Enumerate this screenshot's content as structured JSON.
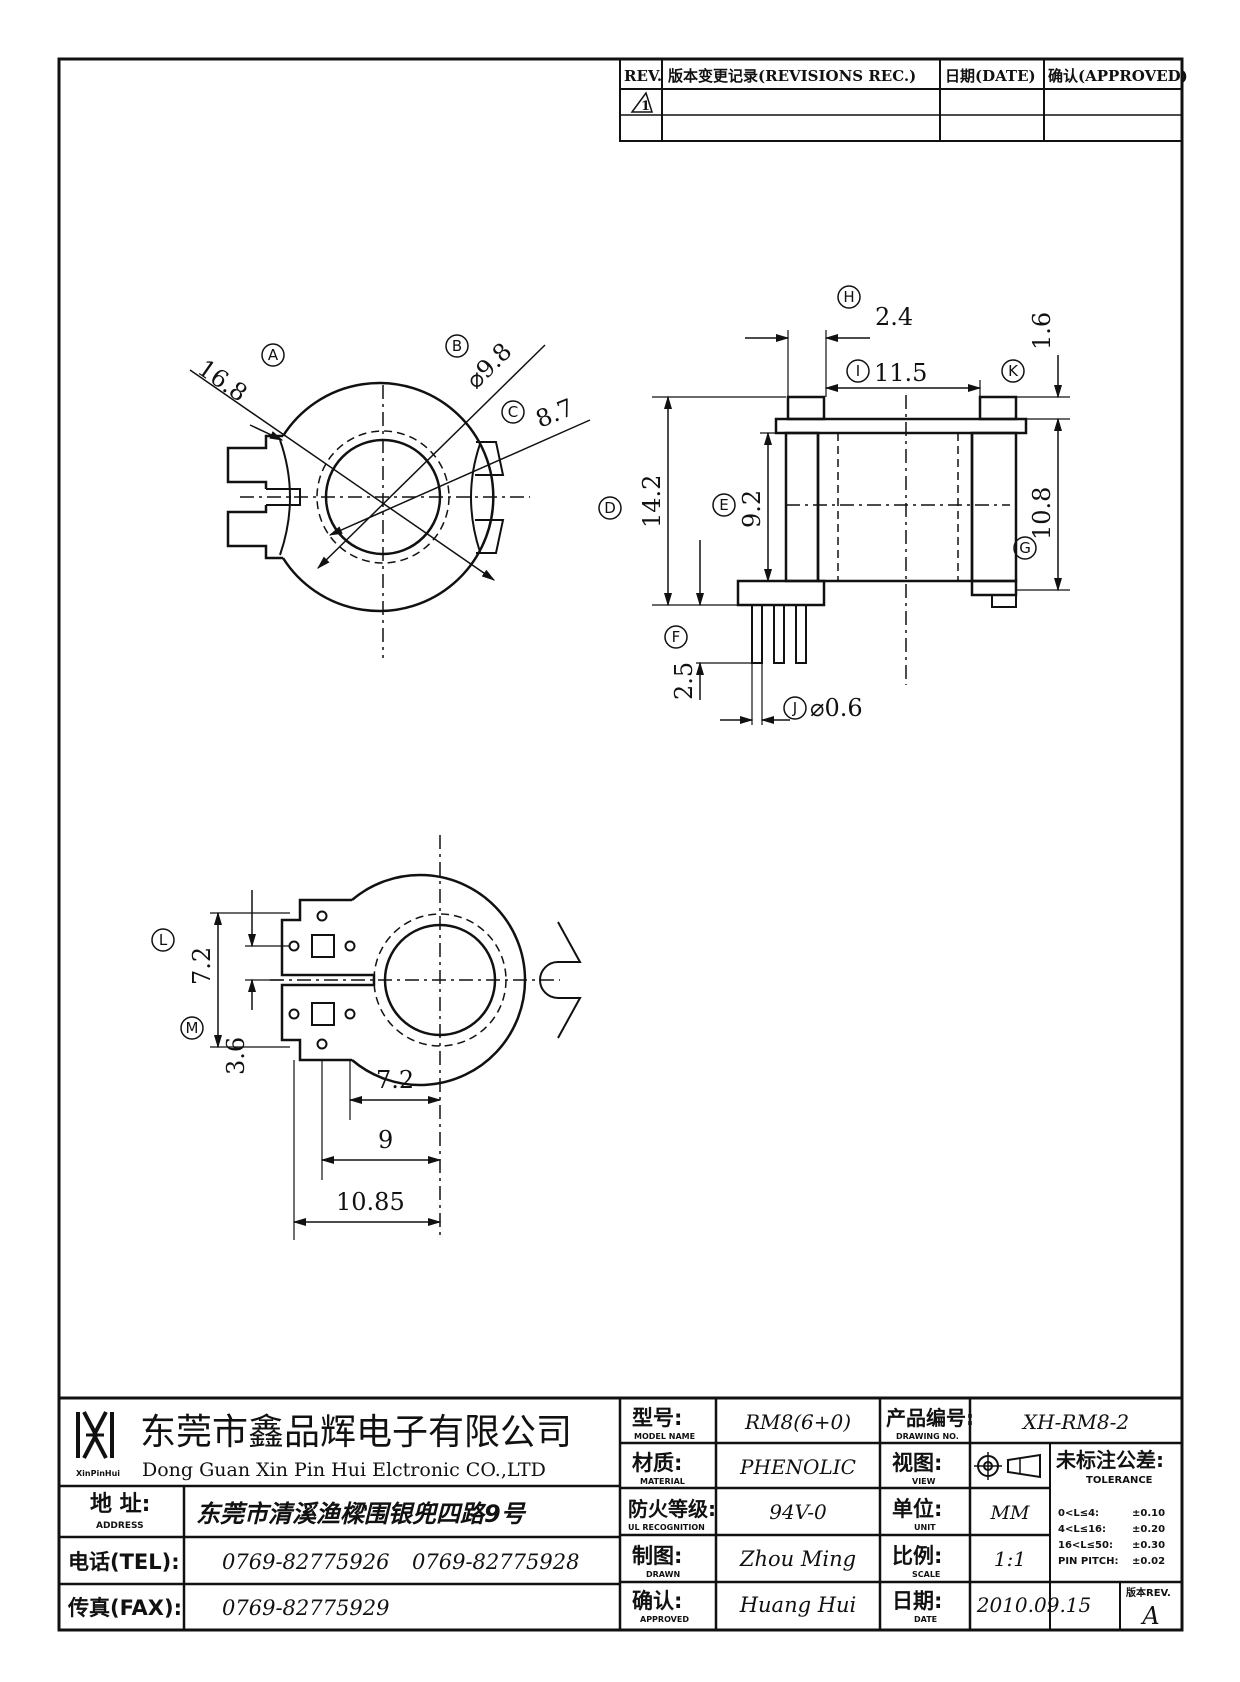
{
  "revision_table": {
    "headers": {
      "rev": "REV.",
      "record": "版本变更记录(REVISIONS REC.)",
      "date": "日期(DATE)",
      "approved": "确认(APPROVED)"
    },
    "rows": [
      {
        "rev": "1",
        "record": "",
        "date": "",
        "approved": ""
      },
      {
        "rev": "",
        "record": "",
        "date": "",
        "approved": ""
      }
    ]
  },
  "dimensions": {
    "A": "16.8",
    "B": "⌀9.8",
    "C": "8.7",
    "H": "2.4",
    "I": "11.5",
    "K": "1.6",
    "D": "14.2",
    "E": "9.2",
    "G": "10.8",
    "F": "2.5",
    "J": "⌀0.6",
    "L": "7.2",
    "M": "3.6",
    "w1": "7.2",
    "w2": "9",
    "w3": "10.85"
  },
  "markers": [
    "A",
    "B",
    "C",
    "D",
    "E",
    "F",
    "G",
    "H",
    "I",
    "J",
    "K",
    "L",
    "M"
  ],
  "title_block": {
    "logo_text": "XinPinHui",
    "company_cn": "东莞市鑫品辉电子有限公司",
    "company_en": "Dong Guan Xin Pin Hui Elctronic CO.,LTD",
    "address_label": "地 址:",
    "address_label_en": "ADDRESS",
    "address": "东莞市清溪渔樑围银兜四路9号",
    "tel_label": "电话(TEL):",
    "tel1": "0769-82775926",
    "tel2": "0769-82775928",
    "fax_label": "传真(FAX):",
    "fax": "0769-82775929",
    "model_label": "型号:",
    "model_label_en": "MODEL NAME",
    "model": "RM8(6+0)",
    "material_label": "材质:",
    "material_label_en": "MATERIAL",
    "material": "PHENOLIC",
    "ul_label": "防火等级:",
    "ul_label_en": "UL RECOGNITION",
    "ul": "94V-0",
    "drawn_label": "制图:",
    "drawn_label_en": "DRAWN",
    "drawn": "Zhou Ming",
    "approved_label": "确认:",
    "approved_label_en": "APPROVED",
    "approved": "Huang Hui",
    "drawing_no_label": "产品编号:",
    "drawing_no_label_en": "DRAWING NO.",
    "drawing_no": "XH-RM8-2",
    "view_label": "视图:",
    "view_label_en": "VIEW",
    "unit_label": "单位:",
    "unit_label_en": "UNIT",
    "unit": "MM",
    "scale_label": "比例:",
    "scale_label_en": "SCALE",
    "scale": "1:1",
    "date_label": "日期:",
    "date_label_en": "DATE",
    "date": "2010.09.15",
    "tolerance_label": "未标注公差:",
    "tolerance_label_en": "TOLERANCE",
    "tolerances": [
      {
        "range": "0<L≤4:",
        "value": "±0.10"
      },
      {
        "range": "4<L≤16:",
        "value": "±0.20"
      },
      {
        "range": "16<L≤50:",
        "value": "±0.30"
      },
      {
        "range": "PIN PITCH:",
        "value": "±0.02"
      }
    ],
    "rev_label": "版本REV.",
    "rev": "A"
  }
}
